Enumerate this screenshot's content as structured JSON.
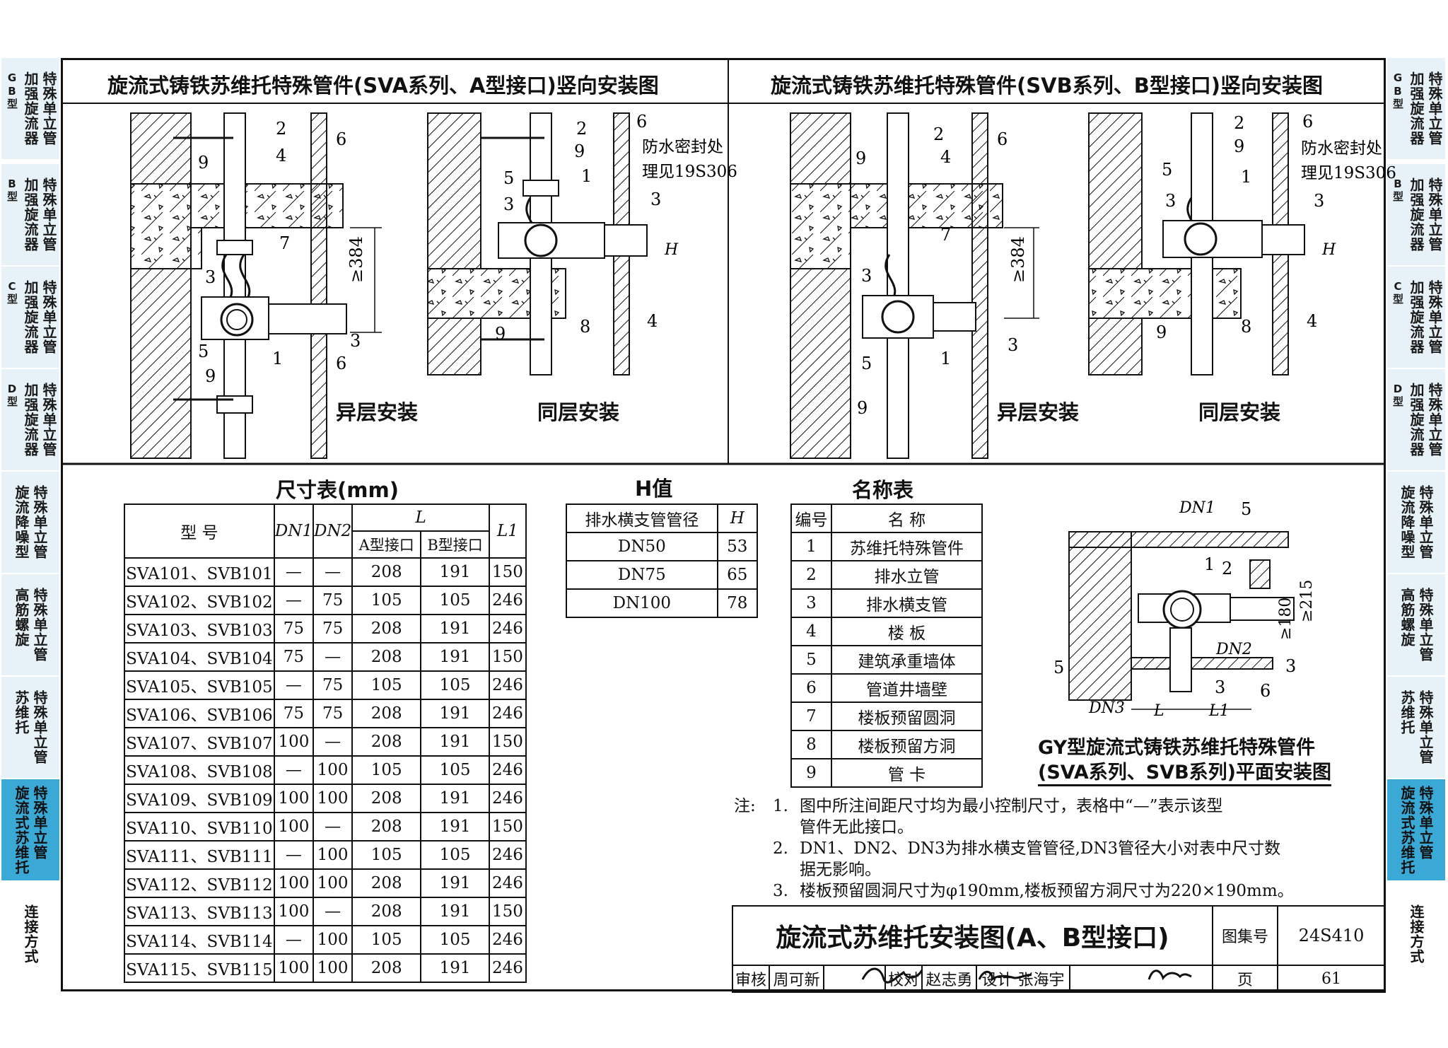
{
  "sidebar_left": {
    "tabs": [
      {
        "main": "特殊单立管",
        "sub": "加强旋流器",
        "type": "GB型",
        "state": "normal"
      },
      {
        "main": "特殊单立管",
        "sub": "加强旋流器",
        "type": "B型",
        "state": "normal"
      },
      {
        "main": "特殊单立管",
        "sub": "加强旋流器",
        "type": "C型",
        "state": "normal"
      },
      {
        "main": "特殊单立管",
        "sub": "加强旋流器",
        "type": "D型",
        "state": "normal"
      },
      {
        "main": "特殊单立管",
        "sub": "旋流降噪型",
        "type": "",
        "state": "normal"
      },
      {
        "main": "特殊单立管",
        "sub": "高筋螺旋",
        "type": "",
        "state": "normal"
      },
      {
        "main": "特殊单立管",
        "sub": "苏维托",
        "type": "",
        "state": "normal"
      },
      {
        "main": "特殊单立管",
        "sub": "旋流式苏维托",
        "type": "",
        "state": "active"
      },
      {
        "main": "连接方式",
        "sub": "",
        "type": "",
        "state": "plain"
      }
    ]
  },
  "sidebar_right": {
    "tabs": [
      {
        "main": "特殊单立管",
        "sub": "加强旋流器",
        "type": "GB型",
        "state": "normal"
      },
      {
        "main": "特殊单立管",
        "sub": "加强旋流器",
        "type": "B型",
        "state": "normal"
      },
      {
        "main": "特殊单立管",
        "sub": "加强旋流器",
        "type": "C型",
        "state": "normal"
      },
      {
        "main": "特殊单立管",
        "sub": "加强旋流器",
        "type": "D型",
        "state": "normal"
      },
      {
        "main": "特殊单立管",
        "sub": "旋流降噪型",
        "type": "",
        "state": "normal"
      },
      {
        "main": "特殊单立管",
        "sub": "高筋螺旋",
        "type": "",
        "state": "normal"
      },
      {
        "main": "特殊单立管",
        "sub": "苏维托",
        "type": "",
        "state": "normal"
      },
      {
        "main": "特殊单立管",
        "sub": "旋流式苏维托",
        "type": "",
        "state": "active"
      },
      {
        "main": "连接方式",
        "sub": "",
        "type": "",
        "state": "plain"
      }
    ]
  },
  "colors": {
    "tab_normal": "#e6f2f8",
    "tab_active": "#3ba9d6",
    "frame": "#111111"
  },
  "panels": {
    "sva_title": "旋流式铸铁苏维托特殊管件(SVA系列、A型接口)竖向安装图",
    "svb_title": "旋流式铸铁苏维托特殊管件(SVB系列、B型接口)竖向安装图",
    "label_diff_floor": "异层安装",
    "label_same_floor": "同层安装",
    "waterproof_note_1": "防水密封处",
    "waterproof_note_2": "理见19S306",
    "dim_384": "≥384",
    "dim_H": "H"
  },
  "size_table": {
    "caption": "尺寸表(mm)",
    "headers": {
      "model": "型 号",
      "dn1": "DN1",
      "dn2": "DN2",
      "L": "L",
      "a_port": "A型接口",
      "b_port": "B型接口",
      "L1": "L1"
    },
    "rows": [
      [
        "SVA101、SVB101",
        "—",
        "—",
        "208",
        "191",
        "150"
      ],
      [
        "SVA102、SVB102",
        "—",
        "75",
        "105",
        "105",
        "246"
      ],
      [
        "SVA103、SVB103",
        "75",
        "75",
        "208",
        "191",
        "246"
      ],
      [
        "SVA104、SVB104",
        "75",
        "—",
        "208",
        "191",
        "150"
      ],
      [
        "SVA105、SVB105",
        "—",
        "75",
        "105",
        "105",
        "246"
      ],
      [
        "SVA106、SVB106",
        "75",
        "75",
        "208",
        "191",
        "246"
      ],
      [
        "SVA107、SVB107",
        "100",
        "—",
        "208",
        "191",
        "150"
      ],
      [
        "SVA108、SVB108",
        "—",
        "100",
        "105",
        "105",
        "246"
      ],
      [
        "SVA109、SVB109",
        "100",
        "100",
        "208",
        "191",
        "246"
      ],
      [
        "SVA110、SVB110",
        "100",
        "—",
        "208",
        "191",
        "150"
      ],
      [
        "SVA111、SVB111",
        "—",
        "100",
        "105",
        "105",
        "246"
      ],
      [
        "SVA112、SVB112",
        "100",
        "100",
        "208",
        "191",
        "246"
      ],
      [
        "SVA113、SVB113",
        "100",
        "—",
        "208",
        "191",
        "150"
      ],
      [
        "SVA114、SVB114",
        "—",
        "100",
        "105",
        "105",
        "246"
      ],
      [
        "SVA115、SVB115",
        "100",
        "100",
        "208",
        "191",
        "246"
      ]
    ]
  },
  "h_table": {
    "caption": "H值",
    "headers": {
      "pipe": "排水横支管管径",
      "h": "H"
    },
    "rows": [
      [
        "DN50",
        "53"
      ],
      [
        "DN75",
        "65"
      ],
      [
        "DN100",
        "78"
      ]
    ]
  },
  "name_table": {
    "caption": "名称表",
    "headers": {
      "no": "编号",
      "name": "名 称"
    },
    "rows": [
      [
        "1",
        "苏维托特殊管件"
      ],
      [
        "2",
        "排水立管"
      ],
      [
        "3",
        "排水横支管"
      ],
      [
        "4",
        "楼 板"
      ],
      [
        "5",
        "建筑承重墙体"
      ],
      [
        "6",
        "管道井墙壁"
      ],
      [
        "7",
        "楼板预留圆洞"
      ],
      [
        "8",
        "楼板预留方洞"
      ],
      [
        "9",
        "管 卡"
      ]
    ]
  },
  "plan_view": {
    "caption_1": "GY型旋流式铸铁苏维托特殊管件",
    "caption_2": "(SVA系列、SVB系列)平面安装图",
    "dn1": "DN1",
    "dn2": "DN2",
    "dn3": "DN3",
    "L": "L",
    "L1": "L1",
    "dim_215": "≥215",
    "dim_180": "≥180"
  },
  "notes": {
    "prefix": "注:",
    "items": [
      {
        "num": "1.",
        "line1": "图中所注间距尺寸均为最小控制尺寸，表格中“—”表示该型",
        "line2": "管件无此接口。"
      },
      {
        "num": "2.",
        "line1": "DN1、DN2、DN3为排水横支管管径,DN3管径大小对表中尺寸数",
        "line2": "据无影响。"
      },
      {
        "num": "3.",
        "line1": "楼板预留圆洞尺寸为φ190mm,楼板预留方洞尺寸为220×190mm。",
        "line2": ""
      }
    ]
  },
  "title_block": {
    "title": "旋流式苏维托安装图(A、B型接口)",
    "atlas_label": "图集号",
    "atlas_no": "24S410",
    "review_label": "审核",
    "reviewer": "周可新",
    "check_label": "校对",
    "checker": "赵志勇",
    "design_label": "设计",
    "designer": "张海宇",
    "page_label": "页",
    "page_no": "61"
  }
}
